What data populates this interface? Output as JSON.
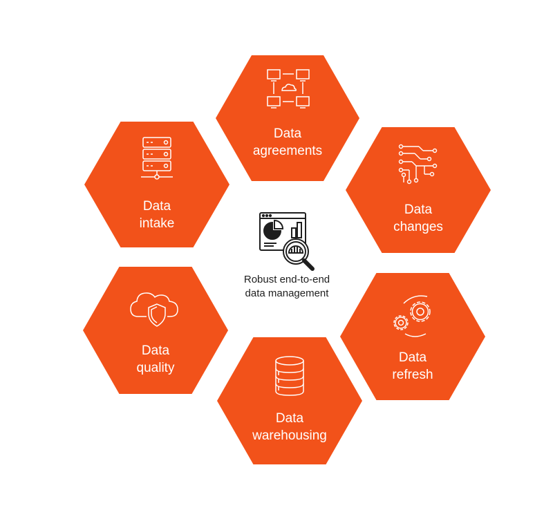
{
  "colors": {
    "hex_fill": "#F2521A",
    "icon_stroke": "#ffffff",
    "center_icon": "#1e1e1e"
  },
  "center": {
    "icon": "analytics-magnifier-icon",
    "line1": "Robust end-to-end",
    "line2": "data management"
  },
  "hexagons": {
    "agreements": {
      "line1": "Data",
      "line2": "agreements",
      "icon": "network-cloud-icon"
    },
    "intake": {
      "line1": "Data",
      "line2": "intake",
      "icon": "server-rack-icon"
    },
    "changes": {
      "line1": "Data",
      "line2": "changes",
      "icon": "circuit-icon"
    },
    "quality": {
      "line1": "Data",
      "line2": "quality",
      "icon": "cloud-shield-icon"
    },
    "refresh": {
      "line1": "Data",
      "line2": "refresh",
      "icon": "gears-icon"
    },
    "warehousing": {
      "line1": "Data",
      "line2": "warehousing",
      "icon": "database-icon"
    }
  }
}
